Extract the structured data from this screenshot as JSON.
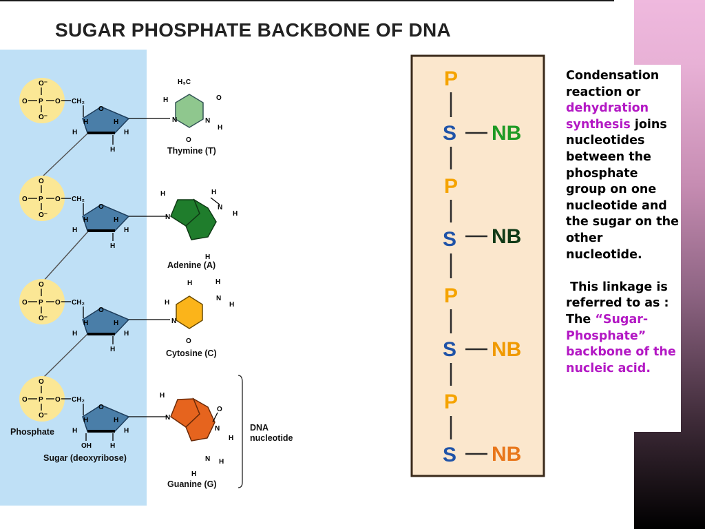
{
  "title": "SUGAR PHOSPHATE BACKBONE OF DNA",
  "diagram": {
    "phosphate": {
      "o_minus_top": "O⁻",
      "o_top": "O",
      "o_left": "O",
      "p": "P",
      "o_right": "O",
      "o_bottom": "O⁻",
      "ch2": "CH₂"
    },
    "sugar": {
      "ring_o": "O",
      "h": "H",
      "oh": "OH"
    },
    "bases": [
      {
        "name": "Thymine (T)"
      },
      {
        "name": "Adenine (A)"
      },
      {
        "name": "Cytosine (C)"
      },
      {
        "name": "Guanine (G)"
      }
    ],
    "atoms": {
      "h3c": "H₃C",
      "h": "H",
      "n": "N",
      "o": "O"
    },
    "labels": {
      "phosphate": "Phosphate",
      "sugar": "Sugar (deoxyribose)",
      "nucleotide_line1": "DNA",
      "nucleotide_line2": "nucleotide"
    }
  },
  "backbone": {
    "p": "P",
    "s": "S",
    "nb": "NB",
    "colors": {
      "p": "#f5a300",
      "s": "#1f53a8",
      "nb_green": "#1d9a24",
      "nb_dark": "#113a17",
      "nb_orange": "#f09a00",
      "panel": "#fbe7cd",
      "border": "#3a2a1a"
    }
  },
  "text": {
    "p1_a": "Condensation reaction or ",
    "p1_b": "dehydration synthesis",
    "p1_c": " joins nucleotides between the phosphate group on one nucleotide and the sugar on the other nucleotide.",
    "p2_a": " This linkage is referred to as :  The ",
    "p2_b": "“Sugar-Phosphate” backbone of the nucleic acid."
  }
}
